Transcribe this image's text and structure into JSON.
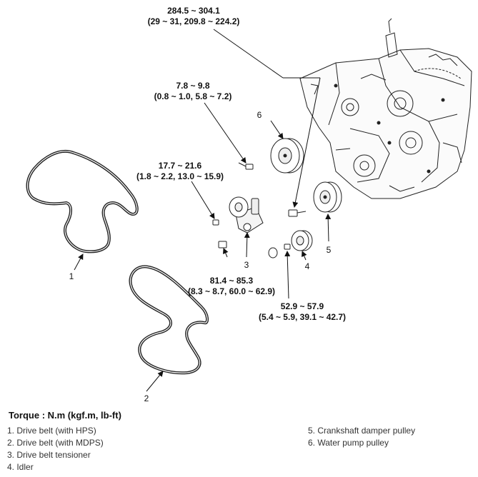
{
  "torques": {
    "t1": {
      "line1": "284.5 ~ 304.1",
      "line2": "(29 ~ 31, 209.8 ~ 224.2)"
    },
    "t2": {
      "line1": "7.8 ~ 9.8",
      "line2": "(0.8 ~ 1.0, 5.8 ~ 7.2)"
    },
    "t3": {
      "line1": "17.7 ~ 21.6",
      "line2": "(1.8 ~ 2.2, 13.0 ~ 15.9)"
    },
    "t4": {
      "line1": "81.4 ~ 85.3",
      "line2": "(8.3 ~ 8.7, 60.0 ~ 62.9)"
    },
    "t5": {
      "line1": "52.9 ~ 57.9",
      "line2": "(5.4 ~ 5.9, 39.1 ~ 42.7)"
    }
  },
  "callouts": {
    "c1": "1",
    "c2": "2",
    "c3": "3",
    "c4": "4",
    "c5": "5",
    "c6": "6"
  },
  "legend": {
    "title": "Torque : N.m (kgf.m, lb-ft)",
    "items": [
      "1. Drive belt (with HPS)",
      "2. Drive belt (with MDPS)",
      "3. Drive belt tensioner",
      "4. Idler",
      "5. Crankshaft damper pulley",
      "6. Water pump pulley"
    ]
  }
}
